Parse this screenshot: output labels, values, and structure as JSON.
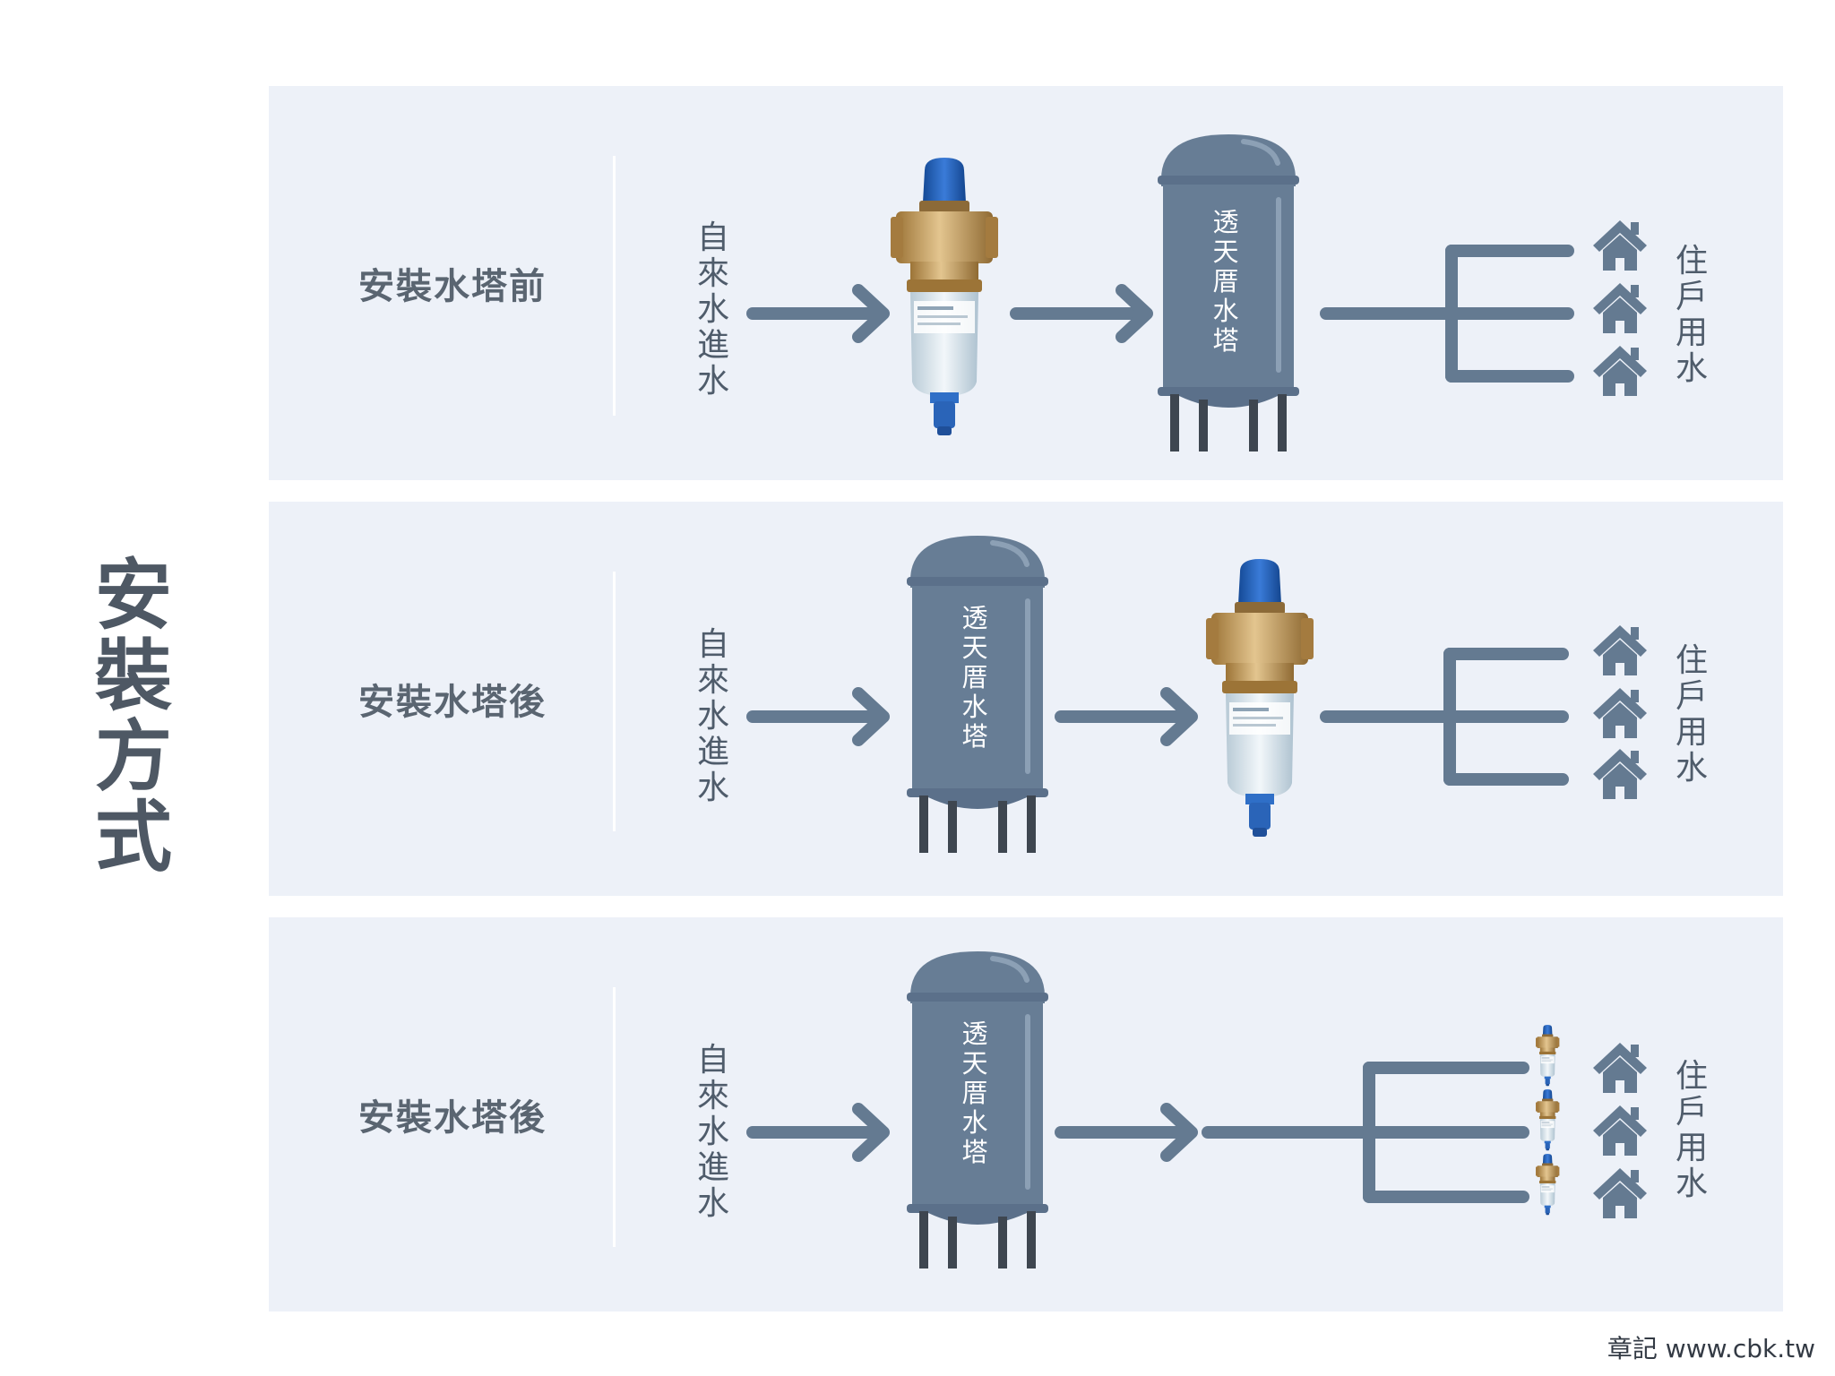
{
  "side_title": [
    "安",
    "裝",
    "方",
    "式"
  ],
  "panels": [
    {
      "label": "安裝水塔前",
      "inlet": [
        "自",
        "來",
        "水",
        "進",
        "水"
      ],
      "tank": [
        "透",
        "天",
        "厝",
        "水",
        "塔"
      ],
      "outlet": [
        "住",
        "戶",
        "用",
        "水"
      ]
    },
    {
      "label": "安裝水塔後",
      "inlet": [
        "自",
        "來",
        "水",
        "進",
        "水"
      ],
      "tank": [
        "透",
        "天",
        "厝",
        "水",
        "塔"
      ],
      "outlet": [
        "住",
        "戶",
        "用",
        "水"
      ]
    },
    {
      "label": "安裝水塔後",
      "inlet": [
        "自",
        "來",
        "水",
        "進",
        "水"
      ],
      "tank": [
        "透",
        "天",
        "厝",
        "水",
        "塔"
      ],
      "outlet": [
        "住",
        "戶",
        "用",
        "水"
      ]
    }
  ],
  "credit": "章記 www.cbk.tw",
  "colors": {
    "panel_bg": "#edf1f8",
    "pipe": "#647a91",
    "tank": "#677d95",
    "tank_highlight": "#7f93aa",
    "filter_cap": "#1f5fb8",
    "filter_brass": "#c29a5b",
    "text": "#4f5c6b"
  },
  "icons": [
    "arrow-right-icon",
    "house-icon",
    "filter-icon",
    "water-tank-icon"
  ]
}
